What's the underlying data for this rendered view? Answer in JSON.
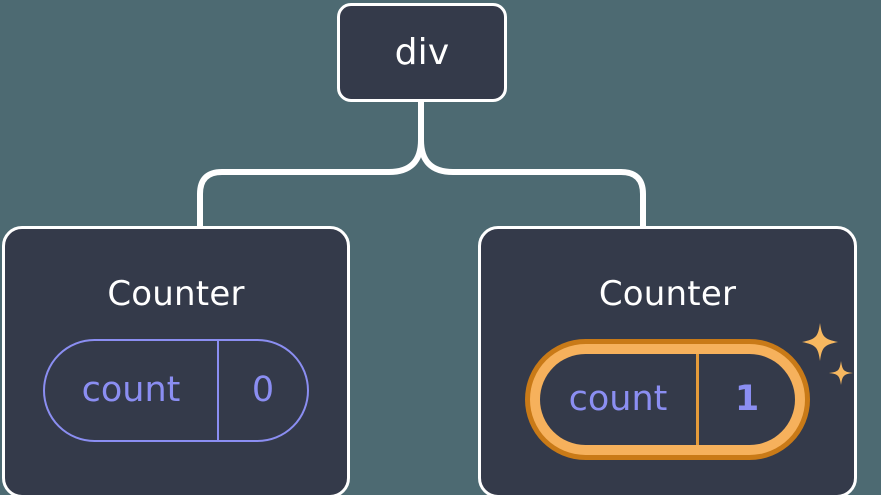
{
  "diagram": {
    "type": "component-tree",
    "background_color": "#4d6a72",
    "node_fill_color": "#343a4a",
    "node_border_color": "#ffffff",
    "edge_color": "#ffffff",
    "state_color": "#8b8ef2",
    "highlight_outer_color": "#c97a17",
    "highlight_ring_color": "#f6b15c",
    "sparkle_color": "#f7b860"
  },
  "root": {
    "label": "div"
  },
  "children": [
    {
      "title": "Counter",
      "state": {
        "key": "count",
        "value": "0"
      },
      "highlighted": false
    },
    {
      "title": "Counter",
      "state": {
        "key": "count",
        "value": "1"
      },
      "highlighted": true,
      "sparkle_icons": [
        "sparkle-large",
        "sparkle-small"
      ]
    }
  ]
}
